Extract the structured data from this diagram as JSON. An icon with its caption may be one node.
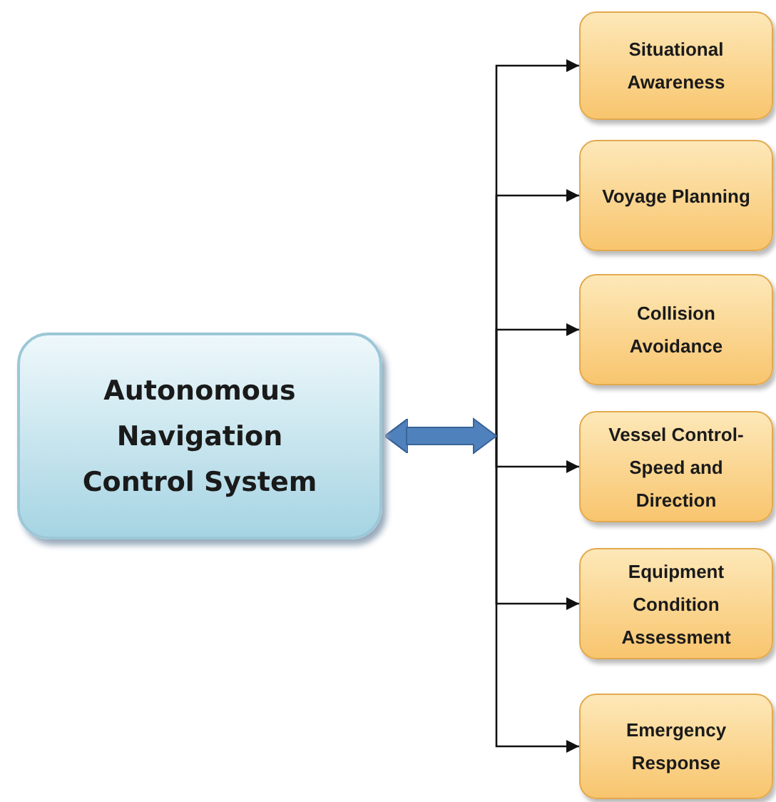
{
  "diagram": {
    "nodes": [
      {
        "text": [
          "Autonomous Navigation Control System"
        ]
      },
      {
        "text": [
          "Situational Awareness"
        ]
      },
      {
        "text": [
          "Voyage Planning"
        ]
      },
      {
        "text": [
          "Collision Avoidance"
        ]
      },
      {
        "text": [
          "Vessel Control- Speed and Direction"
        ]
      },
      {
        "text": [
          "Equipment Condition Assessment"
        ]
      },
      {
        "text": [
          "Emergency Response"
        ]
      }
    ],
    "edges": [
      {
        "from": 0,
        "to": 1,
        "arrow": "both"
      },
      {
        "from": 0,
        "to": 2,
        "arrow": "both"
      },
      {
        "from": 0,
        "to": 3,
        "arrow": "both"
      },
      {
        "from": 0,
        "to": 4,
        "arrow": "both"
      },
      {
        "from": 0,
        "to": 5,
        "arrow": "both"
      },
      {
        "from": 0,
        "to": 6,
        "arrow": "both"
      }
    ]
  }
}
